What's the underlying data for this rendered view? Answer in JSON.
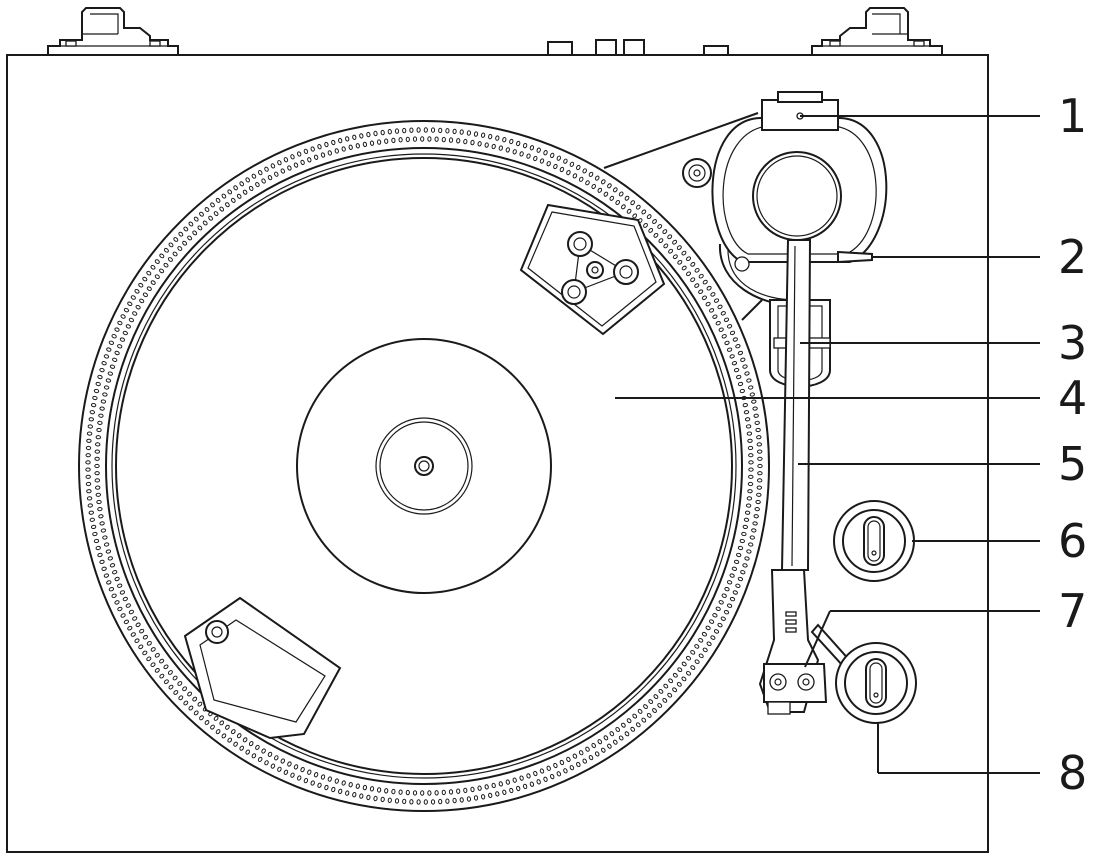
{
  "callouts": [
    {
      "id": "1",
      "label": "1"
    },
    {
      "id": "2",
      "label": "2"
    },
    {
      "id": "3",
      "label": "3"
    },
    {
      "id": "4",
      "label": "4"
    },
    {
      "id": "5",
      "label": "5"
    },
    {
      "id": "6",
      "label": "6"
    },
    {
      "id": "7",
      "label": "7"
    },
    {
      "id": "8",
      "label": "8"
    }
  ],
  "colors": {
    "stroke": "#1a1a1a",
    "background": "#ffffff"
  }
}
